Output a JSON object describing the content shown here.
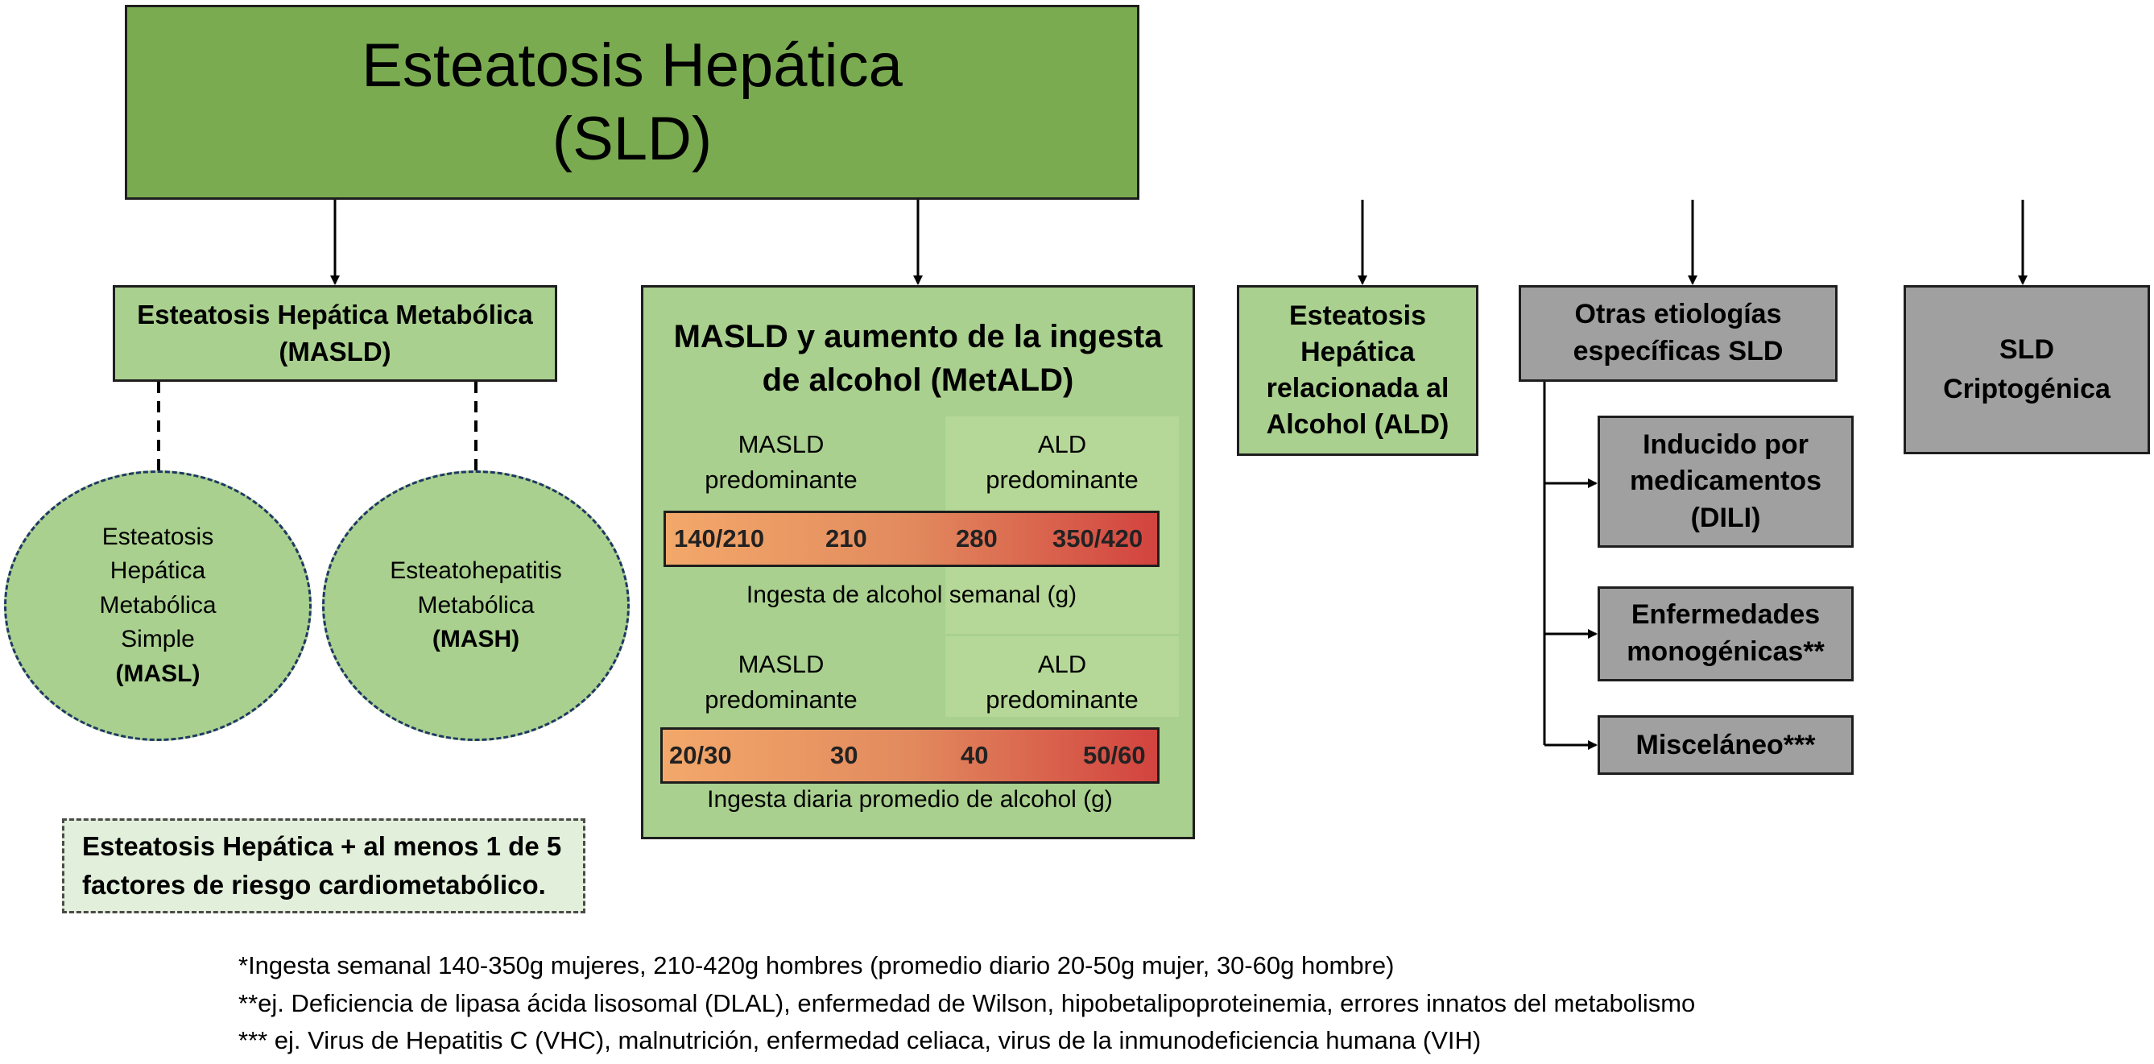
{
  "title": {
    "line1": "Esteatosis Hepática",
    "line2": "(SLD)"
  },
  "masld": {
    "line1": "Esteatosis Hepática Metabólica",
    "line2": "(MASLD)"
  },
  "masl": {
    "lines": [
      "Esteatosis",
      "Hepática",
      "Metabólica",
      "Simple"
    ],
    "abbr": "(MASL)"
  },
  "mash": {
    "lines": [
      "Esteatohepatitis",
      "Metabólica"
    ],
    "abbr": "(MASH)"
  },
  "risk_note": {
    "line1": "Esteatosis Hepática + al menos 1 de 5",
    "line2": "factores de riesgo cardiometabólico."
  },
  "metald": {
    "title_line1": "MASLD y aumento de la ingesta",
    "title_line2": "de alcohol  (MetALD)",
    "weekly": {
      "left_label": [
        "MASLD",
        "predominante"
      ],
      "right_label": [
        "ALD",
        "predominante"
      ],
      "ticks": [
        "140/210",
        "210",
        "280",
        "350/420"
      ],
      "axis_label": "Ingesta de alcohol semanal (g)"
    },
    "daily": {
      "left_label": [
        "MASLD",
        "predominante"
      ],
      "right_label": [
        "ALD",
        "predominante"
      ],
      "ticks": [
        "20/30",
        "30",
        "40",
        "50/60"
      ],
      "axis_label": "Ingesta diaria promedio de alcohol (g)"
    }
  },
  "ald": {
    "lines": [
      "Esteatosis",
      "Hepática",
      "relacionada al",
      "Alcohol (ALD)"
    ]
  },
  "otras": {
    "lines": [
      "Otras etiologías",
      "específicas SLD"
    ]
  },
  "crypto": {
    "lines": [
      "SLD",
      "Criptogénica"
    ]
  },
  "dili": {
    "lines": [
      "Inducido por",
      "medicamentos",
      "(DILI)"
    ]
  },
  "mono": {
    "lines": [
      "Enfermedades",
      "monogénicas**"
    ]
  },
  "misc": {
    "label": "Misceláneo***"
  },
  "footnotes": [
    "*Ingesta semanal 140-350g mujeres, 210-420g hombres (promedio diario 20-50g mujer, 30-60g hombre)",
    "**ej. Deficiencia de lipasa ácida lisosomal (DLAL), enfermedad de Wilson, hipobetalipoproteinemia, errores innatos del metabolismo",
    "*** ej. Virus de Hepatitis C (VHC), malnutrición, enfermedad celiaca, virus de la inmunodeficiencia humana (VIH)"
  ],
  "colors": {
    "title_fill": "#7aab51",
    "node_fill": "#a9d08e",
    "gray_fill": "#a0a0a0",
    "scale_low": "#f3a86a",
    "scale_high": "#d2433f"
  }
}
